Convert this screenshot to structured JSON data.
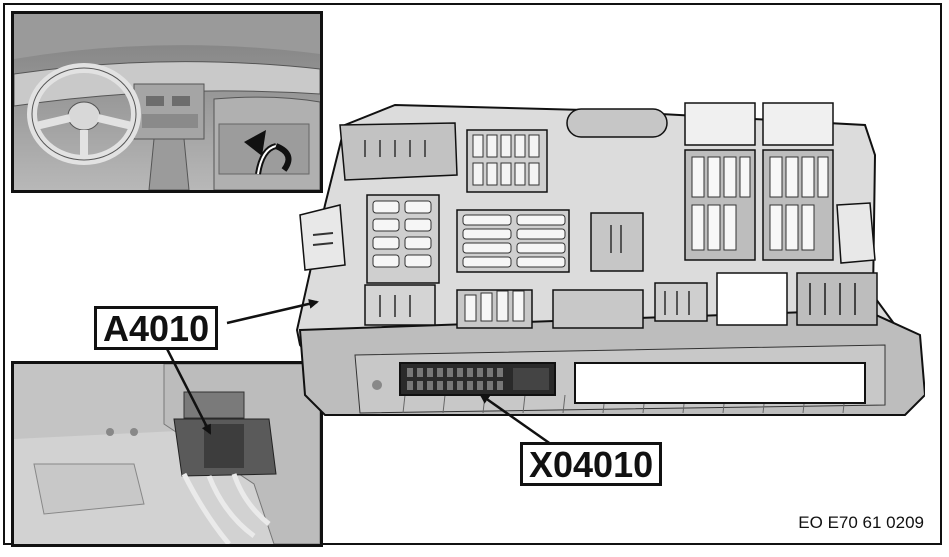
{
  "callouts": {
    "module_label": "A4010",
    "connector_label": "X04010"
  },
  "footer": {
    "document_reference": "EO E70 61 0209"
  },
  "icons": {
    "interior_view": "car-dashboard-illustration",
    "rotate_arrow": "curved-arrow-icon",
    "mounting_view": "module-mounting-illustration"
  },
  "colors": {
    "line": "#111111",
    "housing_fill": "#dcdcdc",
    "housing_shade": "#a9a9a9"
  }
}
